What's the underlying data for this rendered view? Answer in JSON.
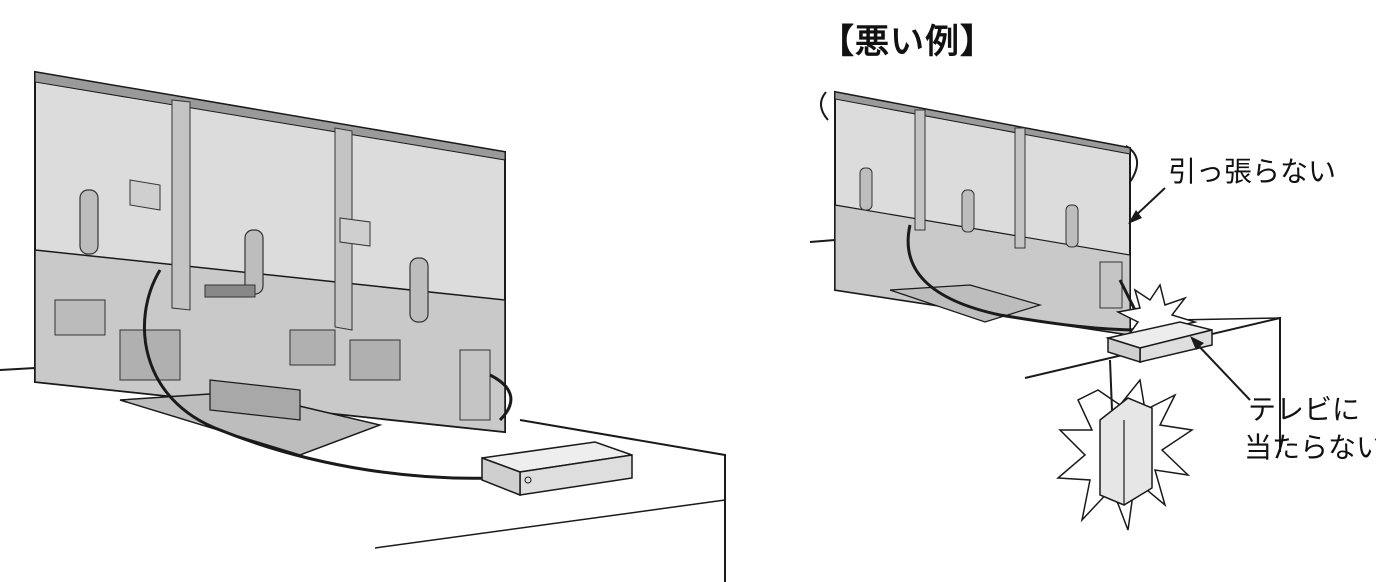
{
  "heading": "【悪い例】",
  "labels": {
    "no_pull": "引っ張らない",
    "no_hit_line1": "テレビに",
    "no_hit_line2": "当たらない"
  },
  "colors": {
    "panel": "#d9d9d9",
    "panel_dark": "#8a8a8a",
    "outline": "#1a1a1a",
    "stand": "#bdbdbd"
  }
}
